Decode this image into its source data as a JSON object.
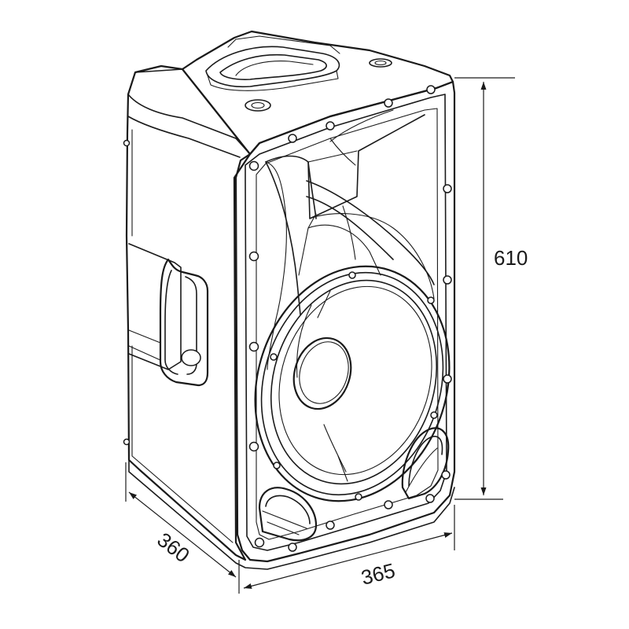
{
  "dimensions": {
    "height": "610",
    "depth": "360",
    "width": "365"
  }
}
